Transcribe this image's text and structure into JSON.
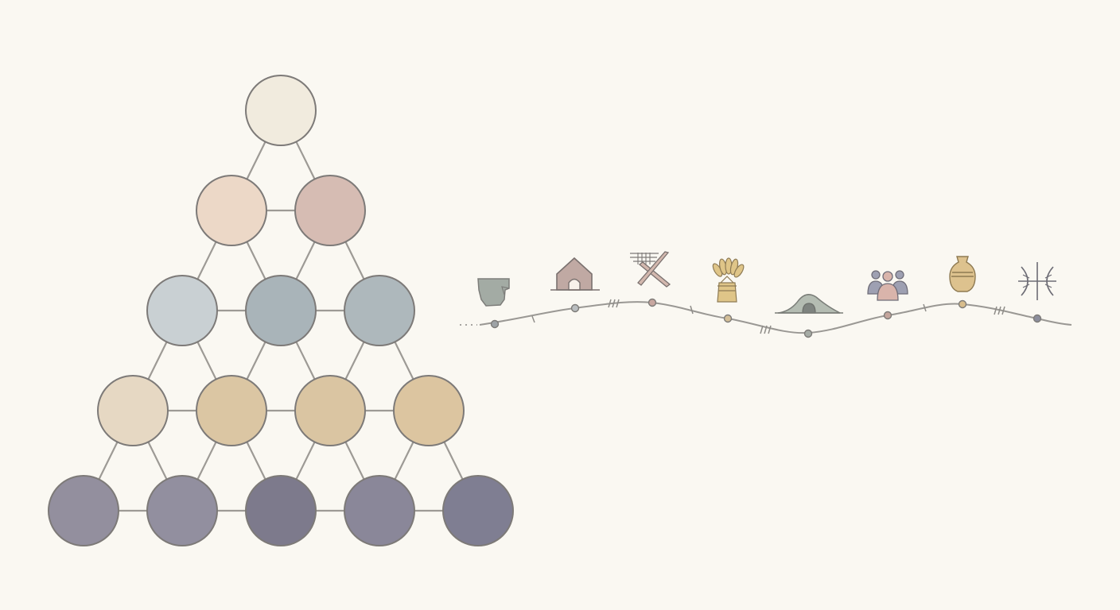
{
  "diagram": {
    "pyramid": {
      "rows": [
        {
          "tier": 1,
          "fills": [
            "#f1ebde"
          ]
        },
        {
          "tier": 2,
          "fills": [
            "#ecd8c7",
            "#d6bcb3"
          ]
        },
        {
          "tier": 3,
          "fills": [
            "#c9d0d3",
            "#a9b4b9",
            "#aeb8bc"
          ]
        },
        {
          "tier": 4,
          "fills": [
            "#e6d8c3",
            "#dbc6a3",
            "#dac5a2",
            "#dcc5a0"
          ]
        },
        {
          "tier": 5,
          "fills": [
            "#938f9e",
            "#928f9f",
            "#7d7a8c",
            "#8a8799",
            "#7f7e92"
          ]
        }
      ],
      "edge_color": "#9d9a95",
      "outline_color": "#7d7a78"
    },
    "timeline": {
      "line_color": "#9a9894",
      "milestones": [
        {
          "icon": "broken-pot-icon",
          "dot_color": "#9ea3a6"
        },
        {
          "icon": "hut-icon",
          "dot_color": "#b9bdbf"
        },
        {
          "icon": "loom-icon",
          "dot_color": "#c8a7a0"
        },
        {
          "icon": "wheat-sheaf-icon",
          "dot_color": "#d4bf98"
        },
        {
          "icon": "mound-icon",
          "dot_color": "#a6aca6"
        },
        {
          "icon": "people-group-icon",
          "dot_color": "#c4a59c"
        },
        {
          "icon": "vase-icon",
          "dot_color": "#d8bd8c"
        },
        {
          "icon": "symbol-icon",
          "dot_color": "#8c8e9c"
        }
      ]
    }
  }
}
